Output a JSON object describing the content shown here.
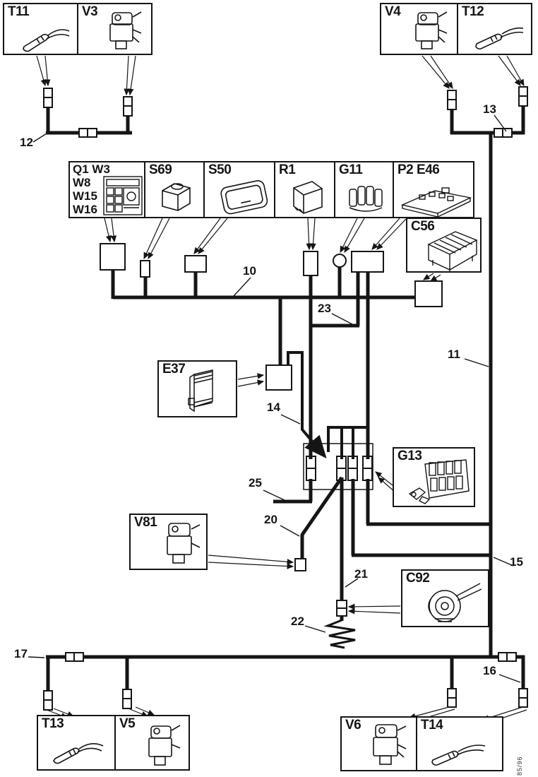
{
  "components": {
    "t11": "T11",
    "v3": "V3",
    "v4": "V4",
    "t12": "T12",
    "q1_lines": [
      "Q1 W3",
      "W8",
      "W15",
      "W16"
    ],
    "s69": "S69",
    "s50": "S50",
    "r1": "R1",
    "g11": "G11",
    "p2e46": "P2 E46",
    "c56": "C56",
    "e37": "E37",
    "g13": "G13",
    "v81": "V81",
    "c92": "C92",
    "t13": "T13",
    "v5": "V5",
    "v6": "V6",
    "t14": "T14"
  },
  "wire_labels": {
    "w10": "10",
    "w11": "11",
    "w12": "12",
    "w13": "13",
    "w14": "14",
    "w15": "15",
    "w16": "16",
    "w17": "17",
    "w20": "20",
    "w21": "21",
    "w22": "22",
    "w23": "23",
    "w25": "25"
  },
  "doc_ref": "85/96",
  "colors": {
    "line": "#151515",
    "background": "#ffffff"
  }
}
